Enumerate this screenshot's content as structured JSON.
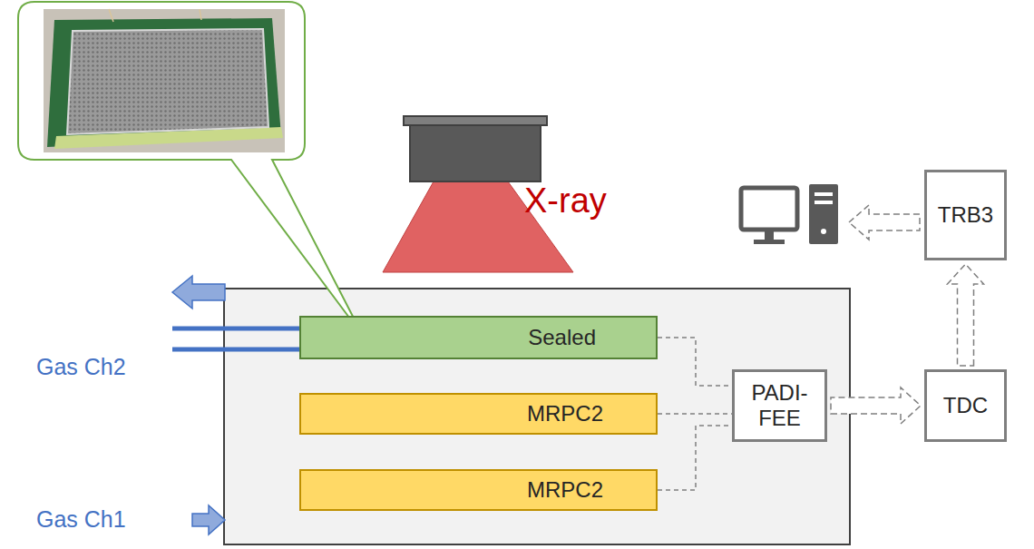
{
  "diagram": {
    "nodes": [
      {
        "text": [
          "TRB3"
        ]
      },
      {
        "text": [
          "Sealed"
        ]
      },
      {
        "text": [
          "PADI-FEE"
        ]
      },
      {
        "text": [
          "TDC"
        ]
      },
      {
        "text": [
          "MRPC2"
        ]
      },
      {
        "text": [
          "MRPC2"
        ]
      }
    ],
    "edges": [
      {
        "from": 1,
        "to": 2,
        "arrow": "none"
      },
      {
        "from": 4,
        "to": 2,
        "arrow": "none"
      },
      {
        "from": 5,
        "to": 2,
        "arrow": "none"
      },
      {
        "from": 2,
        "to": 3,
        "arrow": "to"
      },
      {
        "from": 3,
        "to": 0,
        "arrow": "to"
      }
    ],
    "labels": [
      "X-ray",
      "Gas Ch2",
      "Gas Ch1"
    ]
  }
}
